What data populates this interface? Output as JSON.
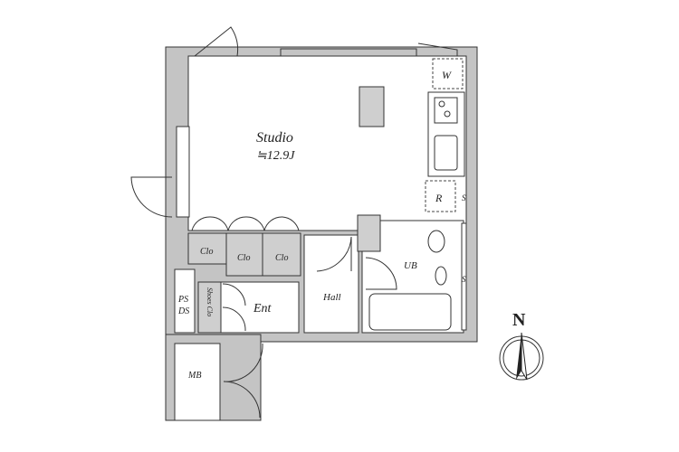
{
  "rooms": {
    "studio": {
      "label": "Studio",
      "area": "≒12.9J"
    },
    "washer": "W",
    "fridge": "R",
    "closets": [
      "Clo",
      "Clo",
      "Clo"
    ],
    "hall": "Hall",
    "bath": "UB",
    "shelf_marks": [
      "S",
      "S"
    ],
    "ps": "PS",
    "ds": "DS",
    "shoes_closet": "Shoes Clo",
    "entrance": "Ent",
    "meter_box": "MB"
  },
  "compass": {
    "label": "N"
  },
  "colors": {
    "wall": "#c4c4c4",
    "line": "#333333"
  }
}
